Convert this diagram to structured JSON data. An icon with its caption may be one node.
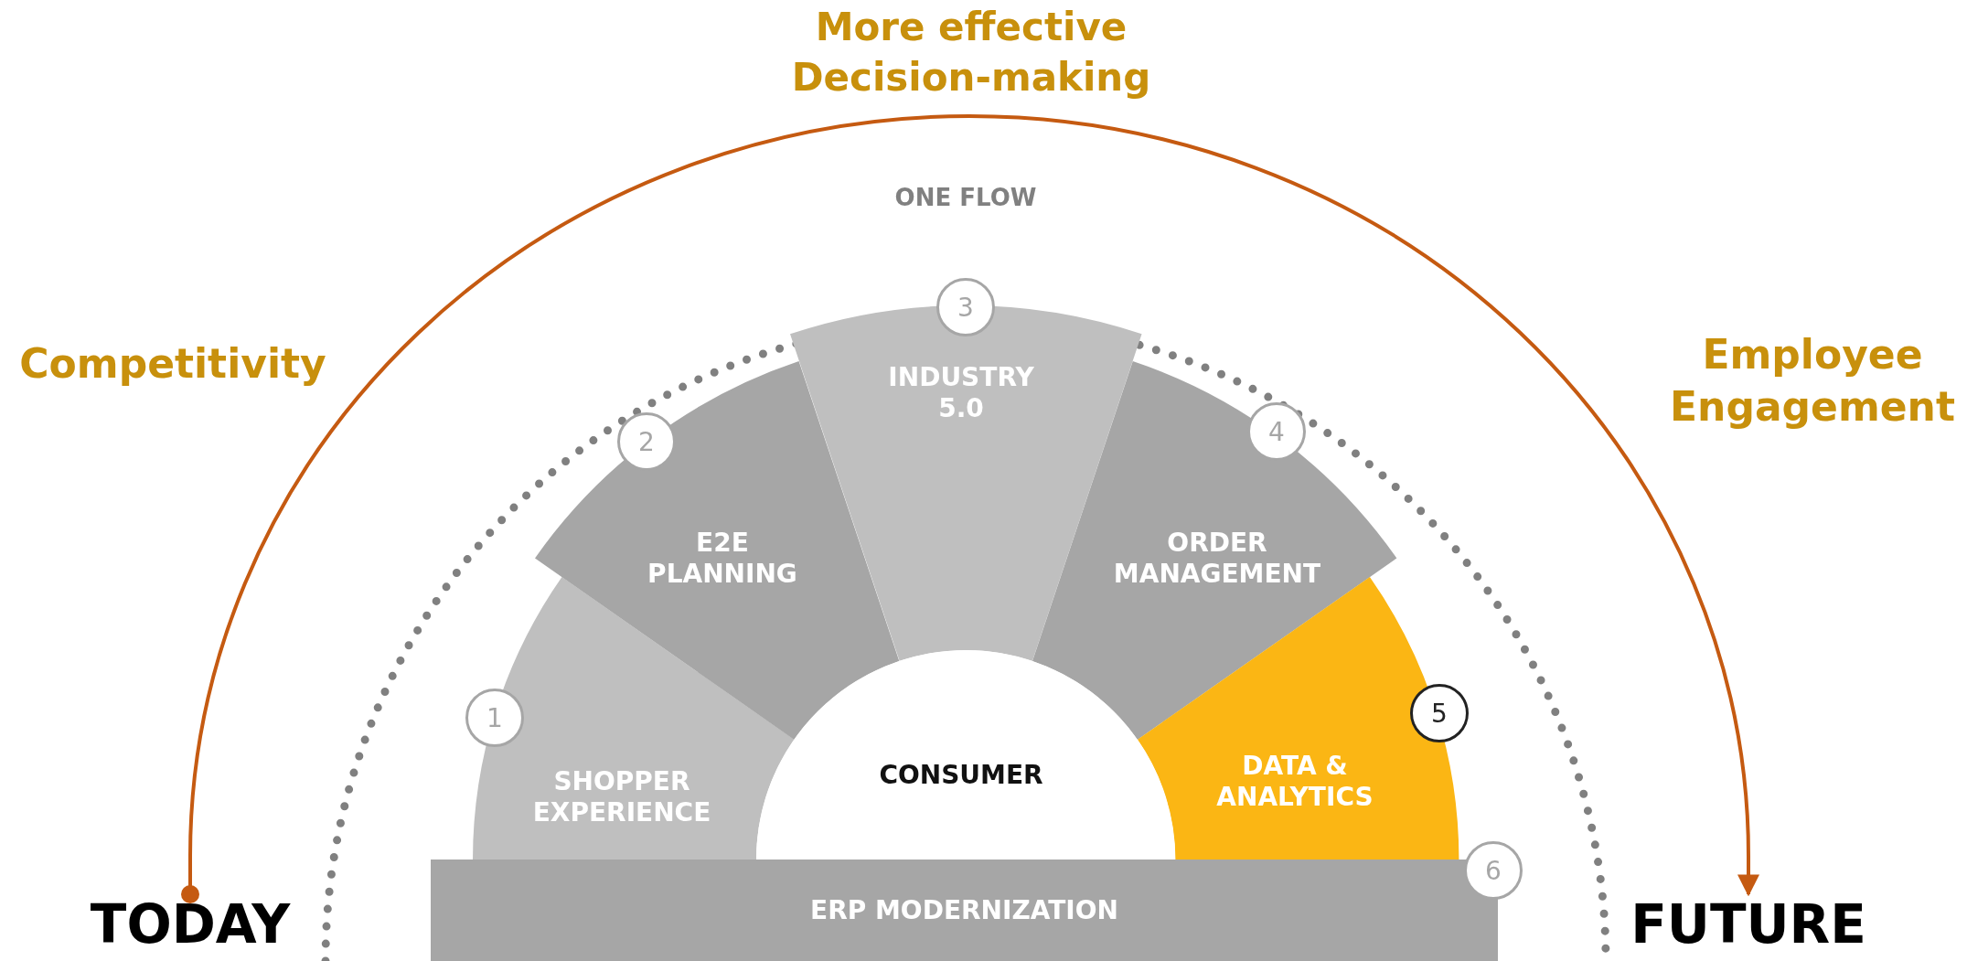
{
  "diagram": {
    "nodes": [
      {
        "text": [
          "SHOPPER EXPERIENCE"
        ]
      },
      {
        "text": [
          "E2E PLANNING"
        ]
      },
      {
        "text": [
          "INDUSTRY 5.0"
        ]
      },
      {
        "text": [
          "ORDER MANAGEMENT"
        ]
      },
      {
        "text": [
          "DATA & ANALYTICS"
        ]
      },
      {
        "text": [
          "CONSUMER"
        ]
      },
      {
        "text": [
          "ERP MODERNIZATION"
        ]
      },
      {
        "text": [
          "1"
        ]
      },
      {
        "text": [
          "2"
        ]
      },
      {
        "text": [
          "3"
        ]
      },
      {
        "text": [
          "4"
        ]
      },
      {
        "text": [
          "5"
        ]
      },
      {
        "text": [
          "6"
        ]
      },
      {
        "text": [
          "TODAY"
        ]
      },
      {
        "text": [
          "FUTURE"
        ]
      }
    ],
    "edges": [
      {
        "from": 13,
        "to": 14,
        "arrow": "to"
      }
    ],
    "labels": [
      "More effective Decision-making",
      "ONE FLOW",
      "Competitivity",
      "Employee Engagement"
    ]
  }
}
